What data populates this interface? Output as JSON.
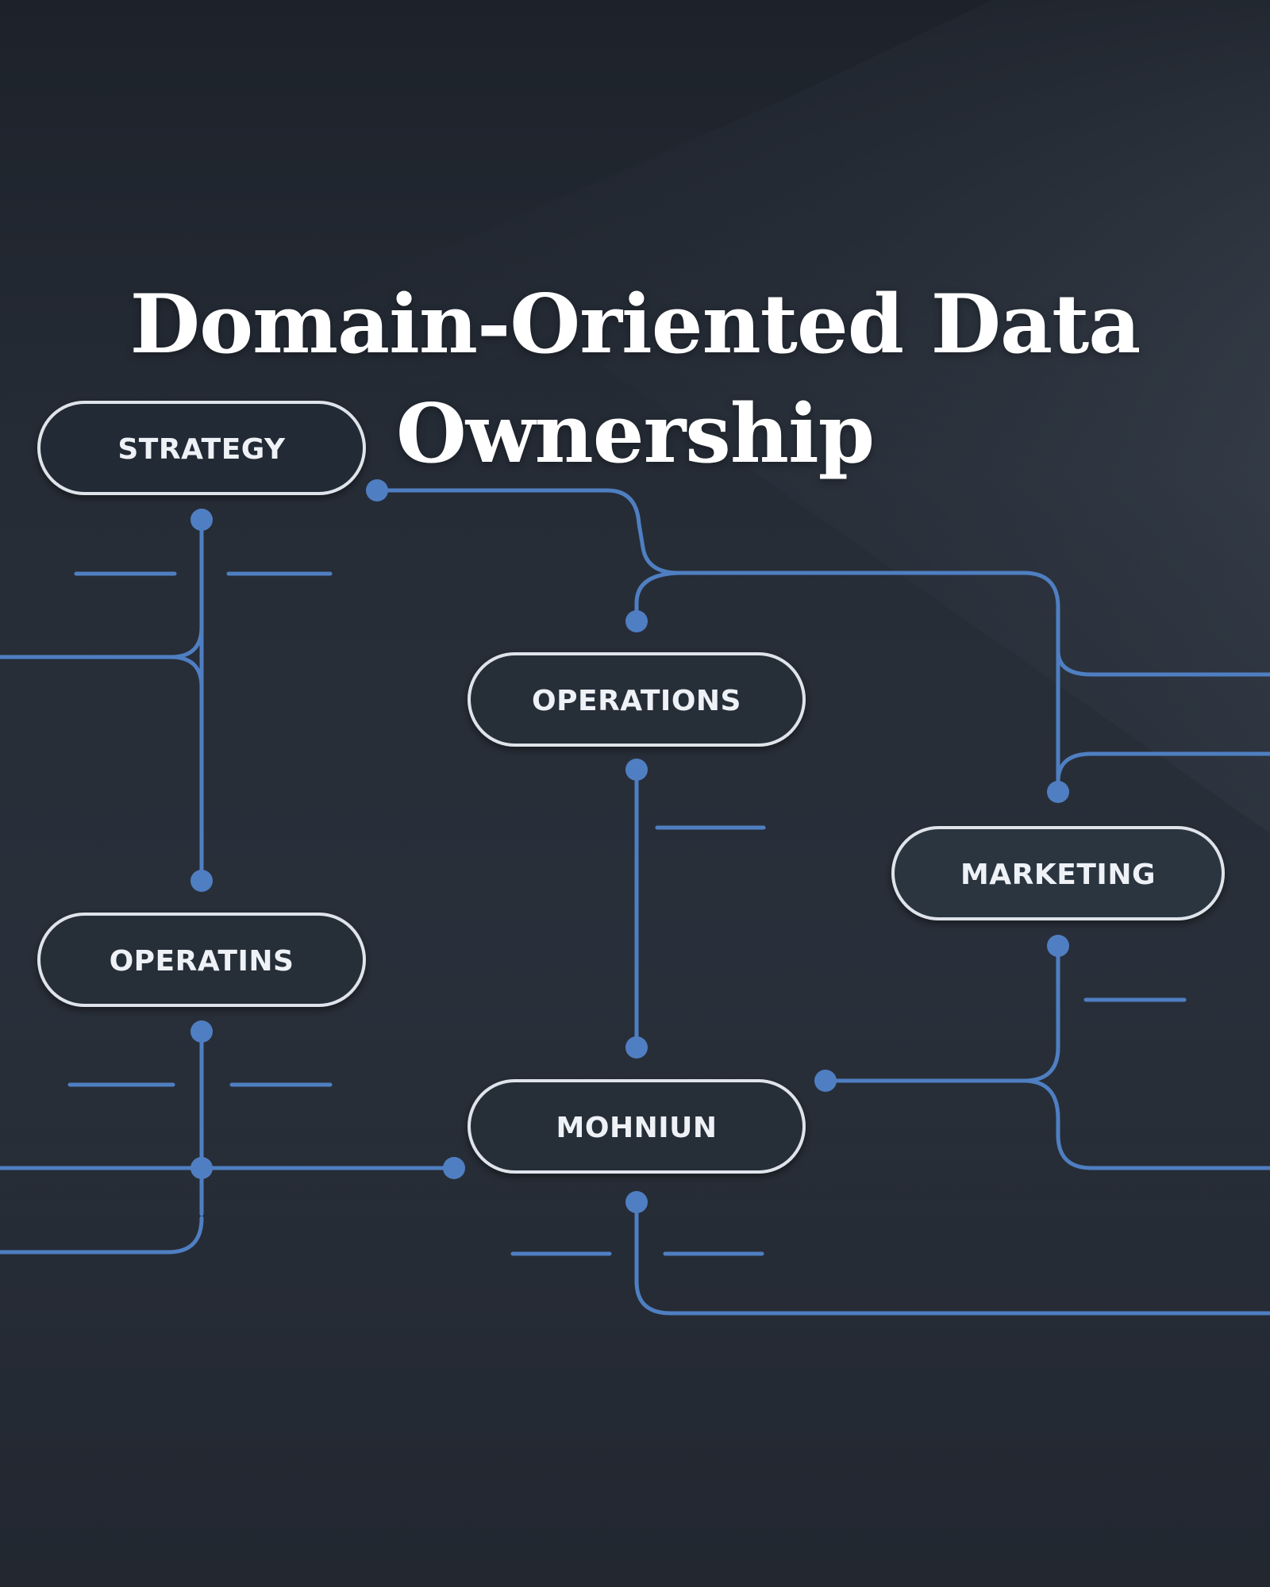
{
  "title": {
    "line1": "Domain-Oriented Data",
    "line2": "Ownership"
  },
  "nodes": [
    {
      "id": "strategy",
      "label": "STRATEGY"
    },
    {
      "id": "operations",
      "label": "OPERATIONS"
    },
    {
      "id": "marketing",
      "label": "MARKETING"
    },
    {
      "id": "operatins",
      "label": "OPERATINS"
    },
    {
      "id": "mohniun",
      "label": "MOHNIUN"
    }
  ],
  "colors": {
    "background": "#2a313c",
    "connector": "#4f7fc2",
    "node_border": "#dfe3ea",
    "node_fill": "#232a35",
    "text": "#ffffff"
  }
}
